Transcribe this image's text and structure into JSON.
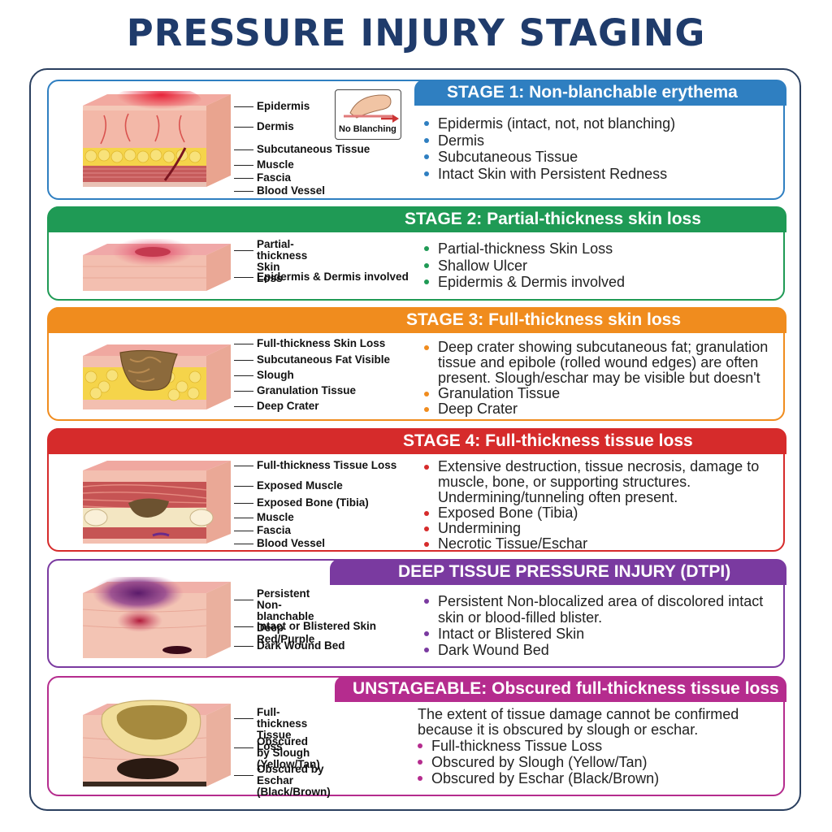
{
  "title": "PRESSURE INJURY STAGING",
  "stages": [
    {
      "header": "STAGE 1: Non-blanchable erythema",
      "color": "#2f7fc1",
      "inset_label": "No Blanching",
      "labels": [
        "Epidermis",
        "Dermis",
        "Subcutaneous Tissue",
        "Muscle",
        "Fascia",
        "Blood Vessel"
      ],
      "bullets": [
        "Epidermis (intact, not, not blanching)",
        "Dermis",
        "Subcutaneous Tissue",
        "Intact Skin with Persistent Redness"
      ]
    },
    {
      "header": "STAGE 2: Partial-thickness skin loss",
      "color": "#1f9a55",
      "labels": [
        "Partial-thickness\nSkin Loss",
        "Epidermis & Dermis involved"
      ],
      "bullets": [
        "Partial-thickness Skin Loss",
        "Shallow Ulcer",
        "Epidermis & Dermis involved"
      ]
    },
    {
      "header": "STAGE 3: Full-thickness skin loss",
      "color": "#f08c1e",
      "labels": [
        "Full-thickness Skin Loss",
        "Subcutaneous Fat Visible",
        "Slough",
        "Granulation Tissue",
        "Deep Crater"
      ],
      "bullets": [
        "Deep crater showing subcutaneous fat; granulation tissue and epibole (rolled wound edges) are often present. Slough/eschar may be visible but doesn't",
        "Granulation Tissue",
        "Deep Crater"
      ]
    },
    {
      "header": "STAGE 4: Full-thickness tissue loss",
      "color": "#d62b2b",
      "labels": [
        "Full-thickness Tissue Loss",
        "Exposed Muscle",
        "Exposed Bone (Tibia)",
        "Muscle",
        "Fascia",
        "Blood Vessel"
      ],
      "bullets": [
        "Extensive destruction, tissue necrosis, damage to muscle, bone, or supporting structures. Undermining/tunneling often present.",
        "Exposed Bone (Tibia)",
        "Undermining",
        "Necrotic Tissue/Eschar"
      ]
    },
    {
      "header": "DEEP TISSUE PRESSURE INJURY (DTPI)",
      "color": "#7a3aa0",
      "labels": [
        "Persistent Non-blanchable\nDeep Red/Purple",
        "Intact or Blistered Skin",
        "Dark Wound Bed"
      ],
      "bullets": [
        "Persistent Non-blocalized area of discolored intact skin or blood-filled blister.",
        "Intact or Blistered Skin",
        "Dark Wound Bed"
      ]
    },
    {
      "header": "UNSTAGEABLE: Obscured full-thickness tissue loss",
      "color": "#b52c8e",
      "labels": [
        "Full-thickness\nTissue Loss",
        "Obscured by Slough\n(Yellow/Tan)",
        "Obscured by Eschar\n(Black/Brown)"
      ],
      "intro": "The extent of tissue damage cannot be confirmed because it is obscured by slough or eschar.",
      "bullets": [
        "Full-thickness Tissue Loss",
        "Obscured by Slough (Yellow/Tan)",
        "Obscured by Eschar (Black/Brown)"
      ]
    }
  ]
}
